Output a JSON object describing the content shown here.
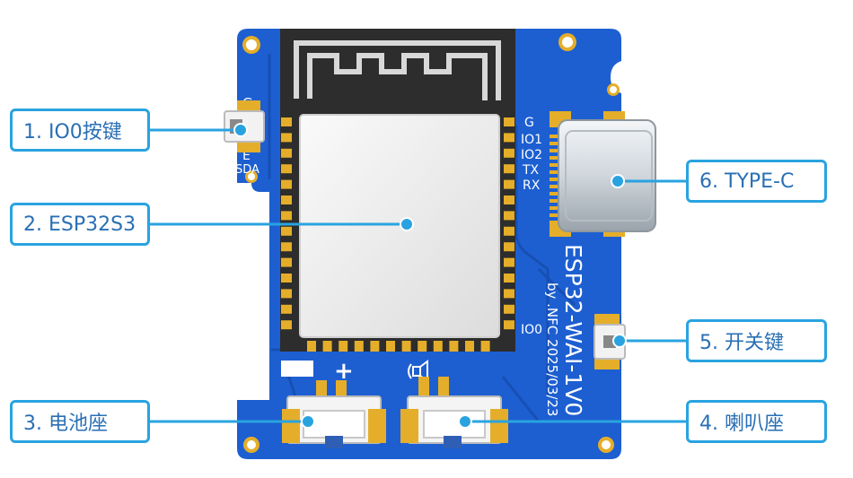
{
  "callouts": {
    "c1": "1. IO0按键",
    "c2": "2. ESP32S3",
    "c3": "3. 电池座",
    "c4": "4. 喇叭座",
    "c5": "5. 开关键",
    "c6": "6. TYPE-C"
  },
  "silkscreen": {
    "left_g": "G",
    "left_e": "E",
    "left_sda": "SDA",
    "right_g": "G",
    "right_io1": "IO1",
    "right_io2": "IO2",
    "right_tx": "TX",
    "right_rx": "RX",
    "right_io0": "IO0",
    "battery_plus": "+",
    "board_name": "ESP32-WAI-1V0",
    "board_author": "by .NFC 2025/03/23"
  },
  "colors": {
    "pcb": "#1d5fd1",
    "pcb_dark": "#174fb3",
    "pad_gold": "#e5ae2a",
    "callout_border": "#29a3e0",
    "callout_text": "#2a6fb4"
  },
  "icons": {
    "speaker": "speaker-icon"
  }
}
